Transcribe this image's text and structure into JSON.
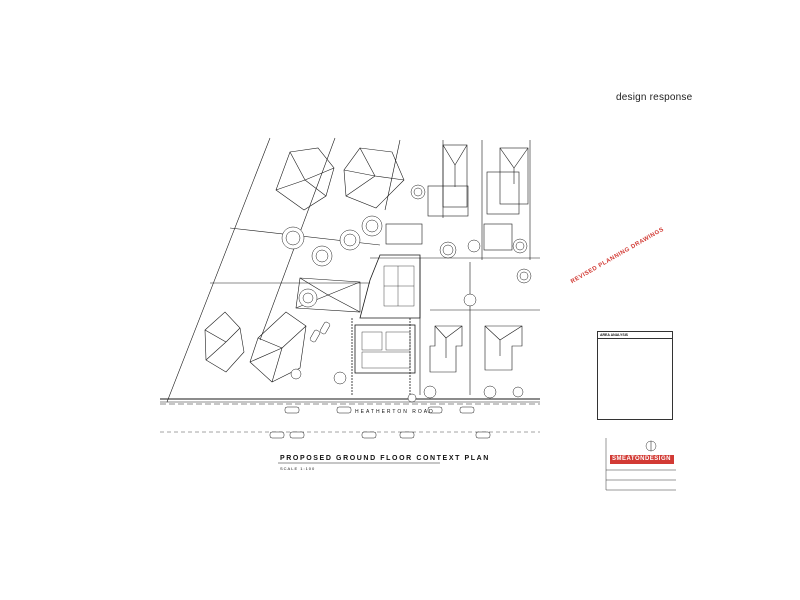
{
  "header": {
    "label": "design response"
  },
  "plan": {
    "title": "PROPOSED GROUND FLOOR CONTEXT PLAN",
    "scale": "SCALE 1:100",
    "road_name": "HEATHERTON ROAD"
  },
  "stamp": {
    "text": "REVISED PLANNING DRAWINGS",
    "sub": ""
  },
  "legend": {
    "title": "AREA ANALYSIS",
    "rows": [
      "",
      "",
      "",
      "",
      "",
      "",
      "",
      "",
      "",
      "",
      "",
      "",
      "",
      "",
      "",
      "",
      ""
    ]
  },
  "title_block": {
    "brand": "SMEATONDESIGN"
  },
  "colors": {
    "line": "#1a1a1a",
    "accent_red": "#d23a34",
    "paper": "#ffffff"
  },
  "icons": [
    "tree-icon",
    "car-icon",
    "north-arrow-icon"
  ]
}
